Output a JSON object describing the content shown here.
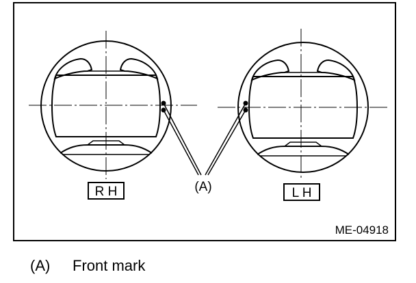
{
  "figure": {
    "right_piston_label": "R H",
    "left_piston_label": "L H",
    "callout": "(A)",
    "code": "ME-04918"
  },
  "legend": {
    "key": "(A)",
    "text": "Front mark"
  }
}
